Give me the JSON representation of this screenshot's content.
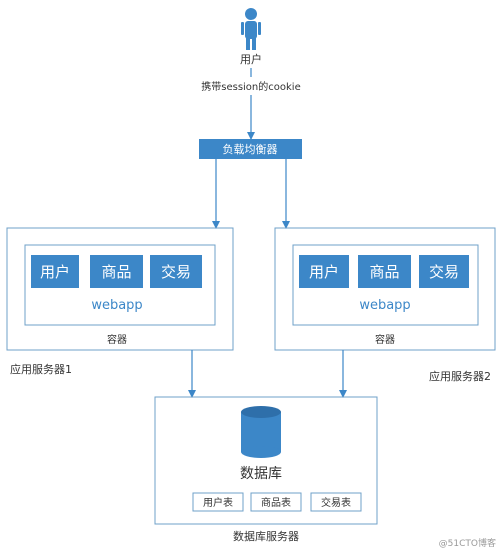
{
  "user": {
    "label": "用户"
  },
  "cookie_label": "携带session的cookie",
  "load_balancer": {
    "label": "负载均衡器"
  },
  "app_servers": [
    {
      "label": "应用服务器1",
      "container_label": "容器",
      "webapp_label": "webapp",
      "modules": [
        "用户",
        "商品",
        "交易"
      ]
    },
    {
      "label": "应用服务器2",
      "container_label": "容器",
      "webapp_label": "webapp",
      "modules": [
        "用户",
        "商品",
        "交易"
      ]
    }
  ],
  "db_server": {
    "label": "数据库服务器",
    "db_label": "数据库",
    "tables": [
      "用户表",
      "商品表",
      "交易表"
    ]
  },
  "watermark": "@51CTO博客",
  "colors": {
    "accent": "#3C87C8",
    "border": "#6FA0C8",
    "line": "#3C87C8",
    "text": "#333333",
    "module_text": "#ffffff"
  }
}
